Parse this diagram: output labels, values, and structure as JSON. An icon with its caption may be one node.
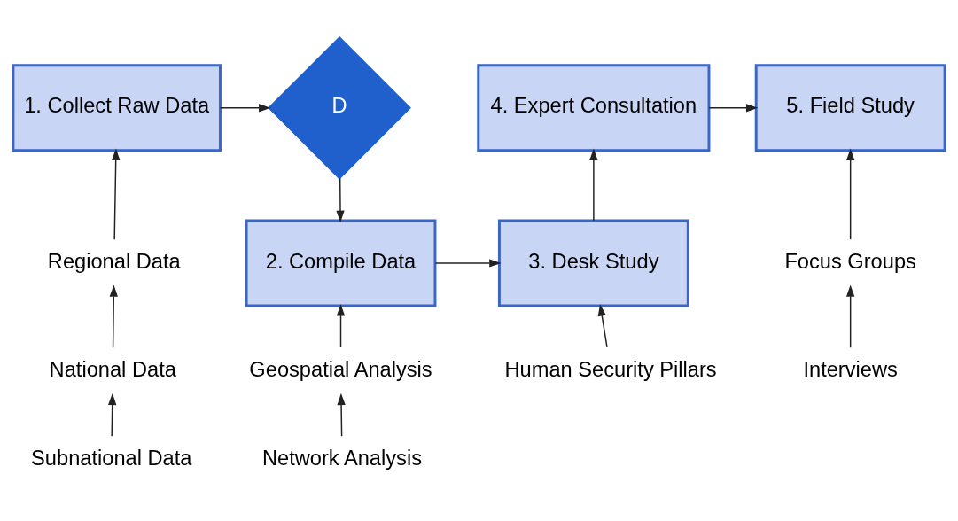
{
  "diagram": {
    "nodes": [
      {
        "text": [
          "1. Collect Raw Data"
        ]
      },
      {
        "text": [
          "D"
        ]
      },
      {
        "text": [
          "2. Compile Data"
        ]
      },
      {
        "text": [
          "3. Desk Study"
        ]
      },
      {
        "text": [
          "4. Expert Consultation"
        ]
      },
      {
        "text": [
          "5. Field Study"
        ]
      },
      {
        "text": [
          "Regional Data"
        ]
      },
      {
        "text": [
          "National Data"
        ]
      },
      {
        "text": [
          "Subnational Data"
        ]
      },
      {
        "text": [
          "Geospatial Analysis"
        ]
      },
      {
        "text": [
          "Network Analysis"
        ]
      },
      {
        "text": [
          "Human Security Pillars"
        ]
      },
      {
        "text": [
          "Focus Groups"
        ]
      },
      {
        "text": [
          "Interviews"
        ]
      }
    ],
    "edges": [
      {
        "from": 0,
        "to": 1,
        "arrow": "to"
      },
      {
        "from": 1,
        "to": 2,
        "arrow": "to"
      },
      {
        "from": 2,
        "to": 3,
        "arrow": "to"
      },
      {
        "from": 3,
        "to": 4,
        "arrow": "to"
      },
      {
        "from": 4,
        "to": 5,
        "arrow": "to"
      },
      {
        "from": 6,
        "to": 0,
        "arrow": "to"
      },
      {
        "from": 7,
        "to": 6,
        "arrow": "to"
      },
      {
        "from": 8,
        "to": 7,
        "arrow": "to"
      },
      {
        "from": 9,
        "to": 2,
        "arrow": "to"
      },
      {
        "from": 10,
        "to": 9,
        "arrow": "to"
      },
      {
        "from": 11,
        "to": 3,
        "arrow": "to"
      },
      {
        "from": 12,
        "to": 5,
        "arrow": "to"
      },
      {
        "from": 13,
        "to": 12,
        "arrow": "to"
      }
    ]
  }
}
